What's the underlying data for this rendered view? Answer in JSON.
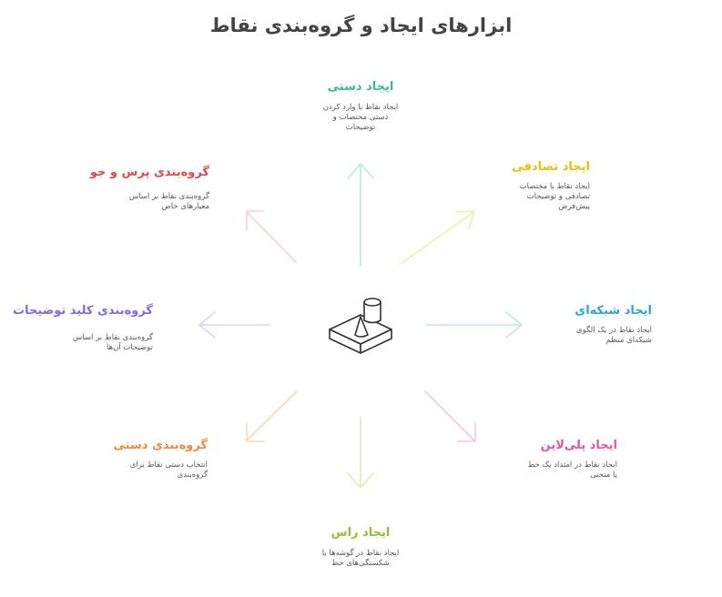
{
  "title": "ابزارهای ایجاد و گروه‌بندی نقاط",
  "colors": {
    "manual": "#2fbf8f",
    "random": "#e6c200",
    "grid": "#2aa6d6",
    "polyline": "#e0559b",
    "vertex": "#8fc030",
    "manual_group": "#f08a3c",
    "key_group": "#7b6be0",
    "query_group": "#e0484a"
  },
  "nodes": {
    "manual": {
      "title": "ایجاد دستی",
      "desc": [
        "ایجاد نقاط با وارد کردن",
        "دستی مختصات و",
        "توضیحات"
      ]
    },
    "random": {
      "title": "ایجاد تصادفی",
      "desc": [
        "ایجاد نقاط با مختصات",
        "تصادفی و توضیحات",
        "پیش‌فرض"
      ]
    },
    "grid": {
      "title": "ایجاد شبکه‌ای",
      "desc": [
        "ایجاد نقاط در یک الگوی",
        "شبکه‌ای منظم"
      ]
    },
    "polyline": {
      "title": "ایجاد پلی‌لاین",
      "desc": [
        "ایجاد نقاط در امتداد یک خط",
        "یا منحنی"
      ]
    },
    "vertex": {
      "title": "ایجاد راس",
      "desc": [
        "ایجاد نقاط در گوشه‌ها یا",
        "شکستگی‌های خط"
      ]
    },
    "manual_group": {
      "title": "گروه‌بندی دستی",
      "desc": [
        "انتخاب دستی نقاط برای",
        "گروه‌بندی"
      ]
    },
    "key_group": {
      "title": "گروه‌بندی کلید توضیحات",
      "desc": [
        "گروه‌بندی نقاط بر اساس",
        "توضیحات آن‌ها"
      ]
    },
    "query_group": {
      "title": "گروه‌بندی پرس و جو",
      "desc": [
        "گروه‌بندی نقاط بر اساس",
        "معیارهای خاص"
      ]
    }
  },
  "center_icon": "cube-cone-cylinder-icon"
}
